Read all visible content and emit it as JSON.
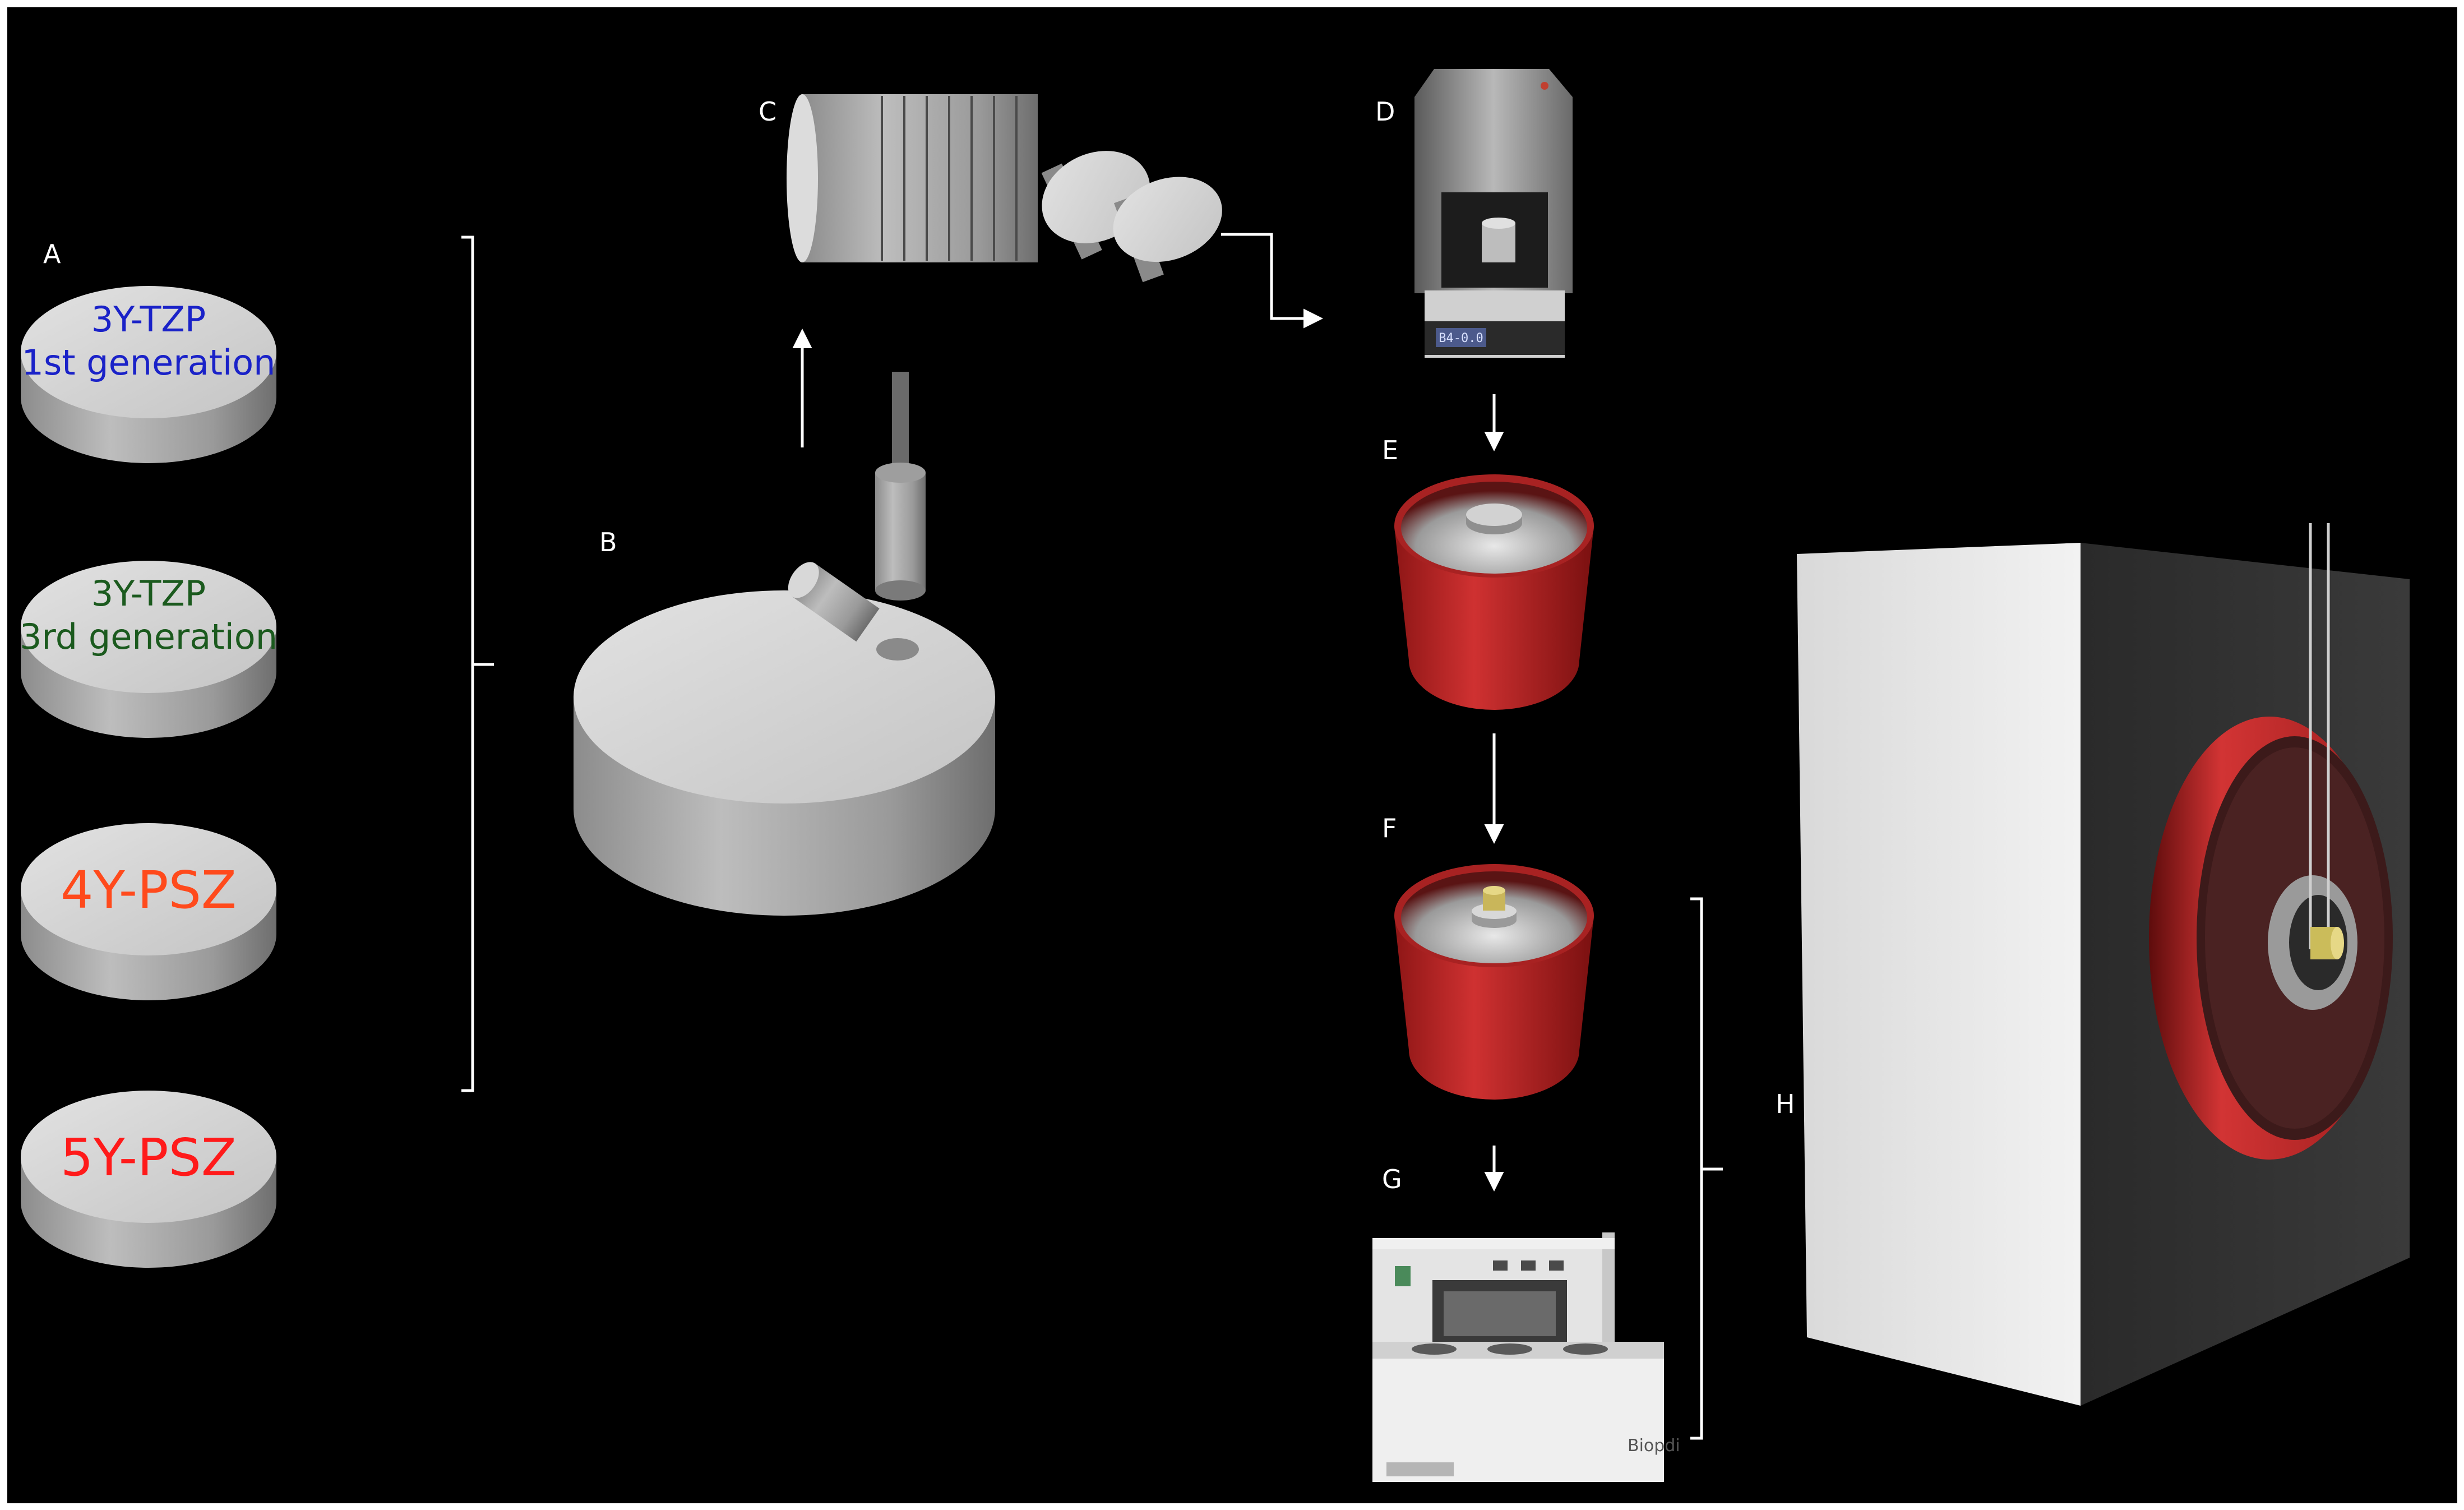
{
  "panel_labels": {
    "a": "A",
    "b": "B",
    "c": "C",
    "d": "D",
    "e": "E",
    "f": "F",
    "g": "G",
    "h": "H"
  },
  "materials": [
    {
      "line1": "3Y-TZP",
      "line2": "1st generation",
      "color": "#1a22c8"
    },
    {
      "line1": "3Y-TZP",
      "line2": "3rd generation",
      "color": "#1b5a1e"
    },
    {
      "line1": "4Y-PSZ",
      "color": "#ff4a1c"
    },
    {
      "line1": "5Y-PSZ",
      "color": "#ff1a1a"
    }
  ],
  "furnace": {
    "display": "B4-0.0"
  },
  "bath": {
    "brand": "Biopdi"
  },
  "colors": {
    "background": "#000000",
    "zirconia": "#c8c8c8",
    "crucible_red": "#c62a2a",
    "arrow": "#ffffff",
    "specimen_yellow": "#e0d070"
  }
}
